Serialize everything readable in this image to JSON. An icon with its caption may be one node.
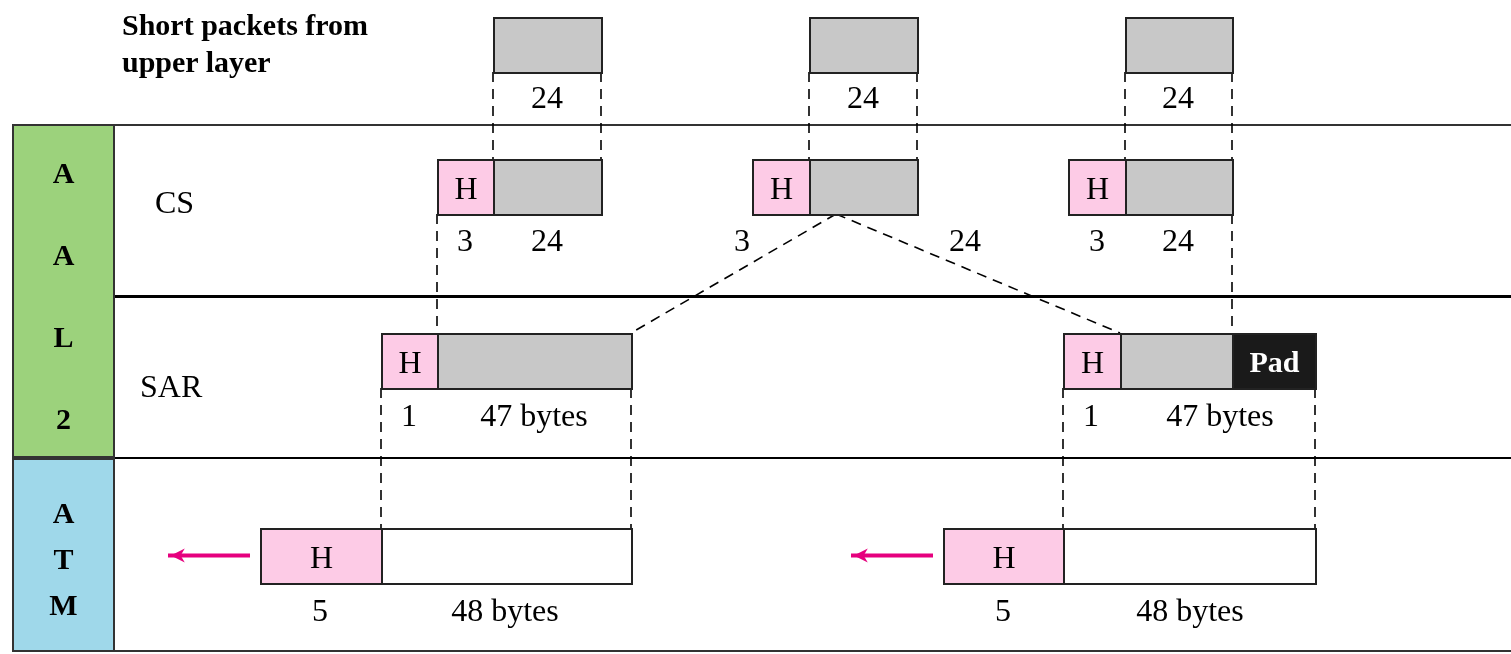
{
  "diagram": {
    "nodes": [
      {
        "text": [
          "AAL2"
        ]
      },
      {
        "text": [
          "ATM"
        ]
      },
      {
        "text": [],
        "shape": "box",
        "beside": [
          "24"
        ]
      },
      {
        "text": [],
        "shape": "box",
        "beside": [
          "24"
        ]
      },
      {
        "text": [],
        "shape": "box",
        "beside": [
          "24"
        ]
      },
      {
        "text": [
          "H"
        ],
        "beside": [
          "3",
          "24"
        ]
      },
      {
        "text": [
          "H"
        ],
        "beside": [
          "3",
          "24"
        ]
      },
      {
        "text": [
          "H"
        ],
        "beside": [
          "3",
          "24"
        ]
      },
      {
        "text": [
          "H"
        ],
        "beside": [
          "1",
          "47 bytes"
        ]
      },
      {
        "text": [
          "H",
          "Pad"
        ],
        "beside": [
          "1",
          "47 bytes"
        ]
      },
      {
        "text": [
          "H"
        ],
        "beside": [
          "5",
          "48 bytes"
        ]
      },
      {
        "text": [
          "H"
        ],
        "beside": [
          "5",
          "48 bytes"
        ]
      }
    ],
    "edges": [
      {
        "from": 2,
        "to": 5,
        "arrow": "none",
        "style": "dashed"
      },
      {
        "from": 3,
        "to": 6,
        "arrow": "none",
        "style": "dashed"
      },
      {
        "from": 4,
        "to": 7,
        "arrow": "none",
        "style": "dashed"
      },
      {
        "from": 5,
        "to": 8,
        "arrow": "none",
        "style": "dashed"
      },
      {
        "from": 6,
        "to": 8,
        "arrow": "none",
        "style": "dashed"
      },
      {
        "from": 6,
        "to": 9,
        "arrow": "none",
        "style": "dashed"
      },
      {
        "from": 7,
        "to": 9,
        "arrow": "none",
        "style": "dashed"
      },
      {
        "from": 8,
        "to": 10,
        "arrow": "none",
        "style": "dashed"
      },
      {
        "from": 9,
        "to": 11,
        "arrow": "none",
        "style": "dashed"
      },
      {
        "from": 10,
        "to": null,
        "arrow": "to",
        "style": "thick",
        "color": "#e6007e"
      },
      {
        "from": 11,
        "to": null,
        "arrow": "to",
        "style": "thick",
        "color": "#e6007e"
      }
    ],
    "labels": [
      "Short packets from upper layer",
      "CS",
      "SAR"
    ]
  }
}
